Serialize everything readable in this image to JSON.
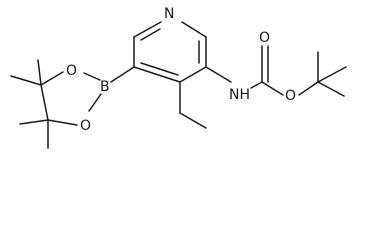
{
  "molecule": {
    "atoms": [
      {
        "id": "N1",
        "symbol": "N"
      },
      {
        "id": "N2",
        "symbol": "NH"
      },
      {
        "id": "O1",
        "symbol": "O"
      },
      {
        "id": "O2",
        "symbol": "O"
      },
      {
        "id": "O3",
        "symbol": "O"
      },
      {
        "id": "O4",
        "symbol": "O"
      },
      {
        "id": "B1",
        "symbol": "B"
      }
    ]
  }
}
